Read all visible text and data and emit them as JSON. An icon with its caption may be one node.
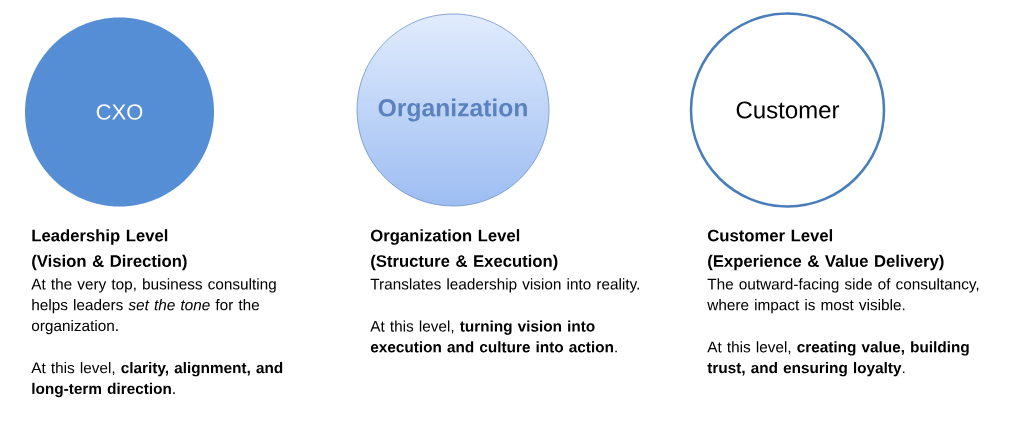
{
  "diagram": {
    "nodes": [
      {
        "text": [
          "CXO"
        ],
        "beside": [
          "Leadership Level",
          "(Vision & Direction)",
          "At the very top, business consulting helps leaders *set the tone* for the organization.",
          "At this level, **clarity, alignment, and long-term direction**."
        ]
      },
      {
        "text": [
          "Organization"
        ],
        "beside": [
          "Organization Level",
          "(Structure & Execution)",
          "Translates leadership vision into reality.",
          "At this level, **turning vision into execution and culture into action**."
        ]
      },
      {
        "text": [
          "Customer"
        ],
        "beside": [
          "Customer Level",
          "(Experience & Value Delivery)",
          "The outward-facing side of consultancy, where impact is most visible.",
          "At this level, **creating value, building trust, and ensuring loyalty**."
        ]
      }
    ]
  }
}
